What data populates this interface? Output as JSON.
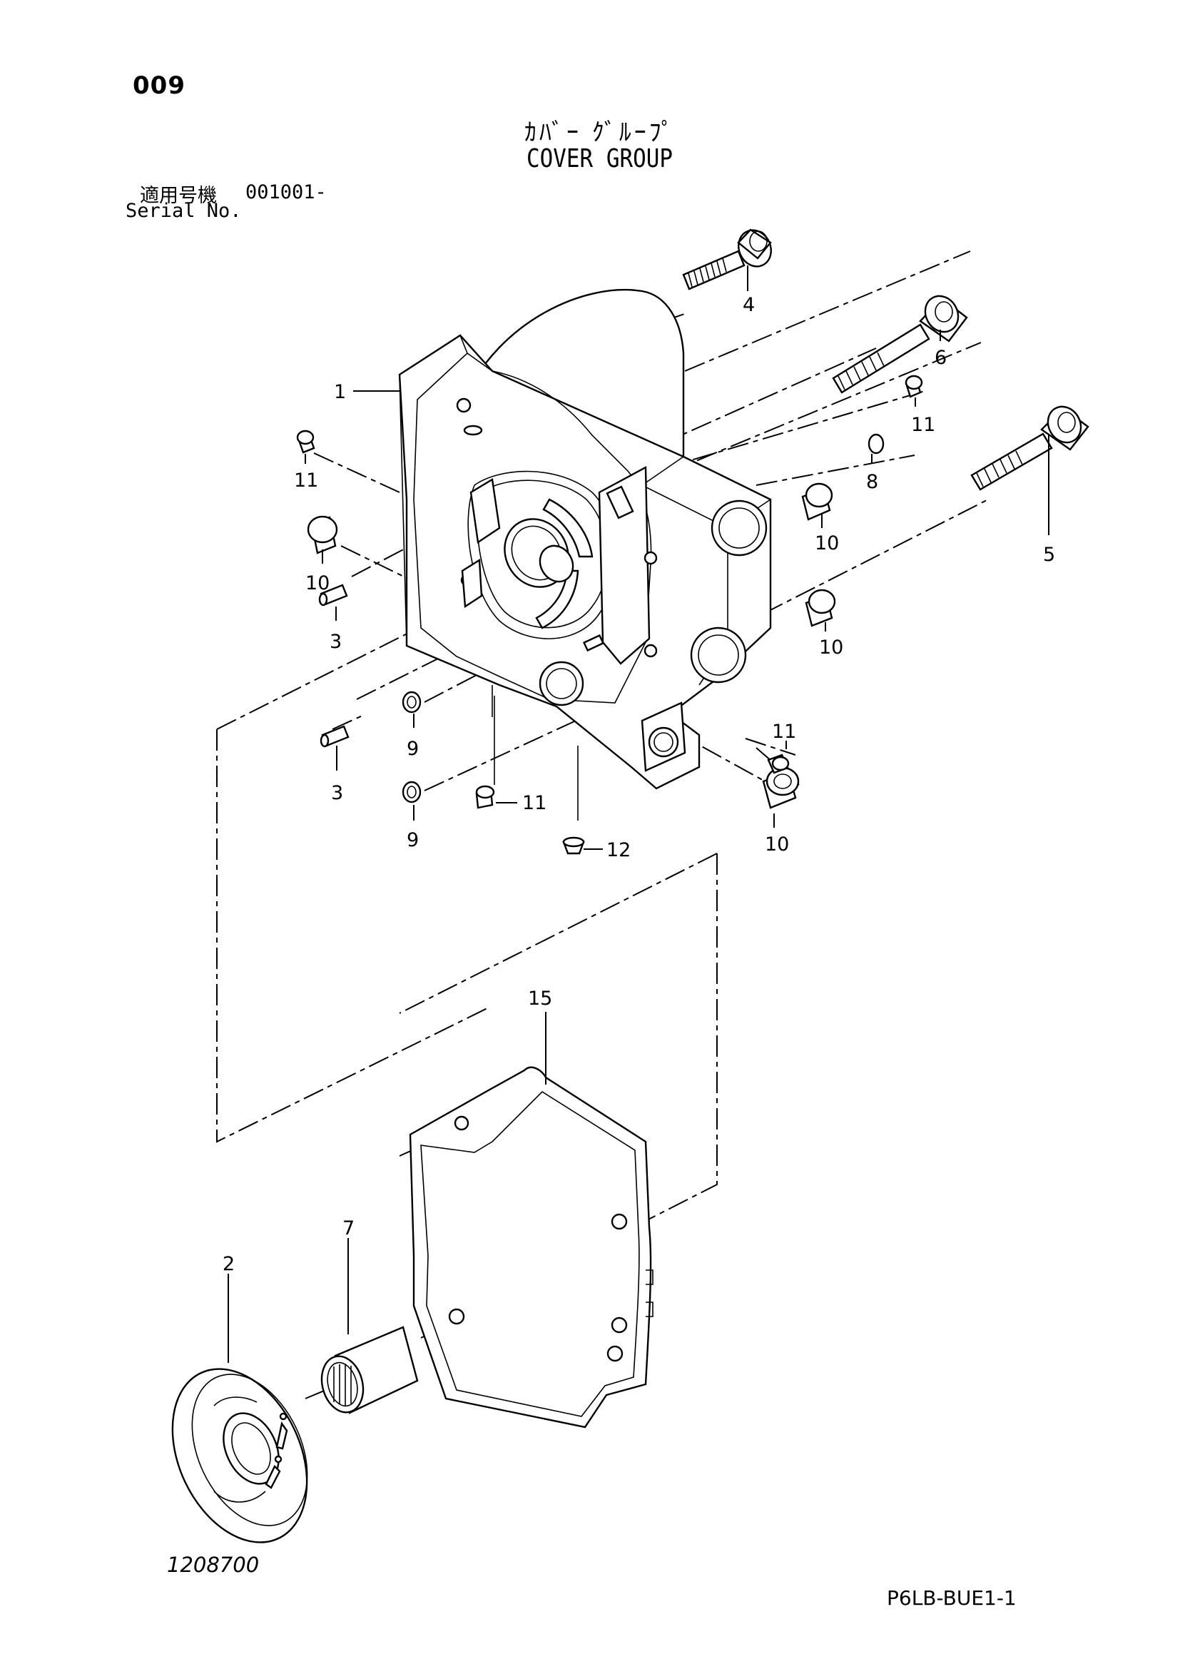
{
  "header": {
    "page_number": "009",
    "title_ja": "ｶﾊﾞｰ ｸﾞﾙｰﾌﾟ",
    "title_en": "COVER GROUP",
    "serial_label_ja": "適用号機",
    "serial_value": "001001-",
    "serial_label_en": "Serial No."
  },
  "callouts": {
    "c1": "1",
    "c2": "2",
    "c3a": "3",
    "c3b": "3",
    "c4": "4",
    "c5": "5",
    "c6": "6",
    "c7": "7",
    "c8": "8",
    "c9a": "9",
    "c9b": "9",
    "c10a": "10",
    "c10b": "10",
    "c10c": "10",
    "c10d": "10",
    "c11a": "11",
    "c11b": "11",
    "c11c": "11",
    "c11d": "11",
    "c12": "12",
    "c15": "15"
  },
  "footer": {
    "drawing_number": "1208700",
    "sheet_code": "P6LB-BUE1-1"
  }
}
